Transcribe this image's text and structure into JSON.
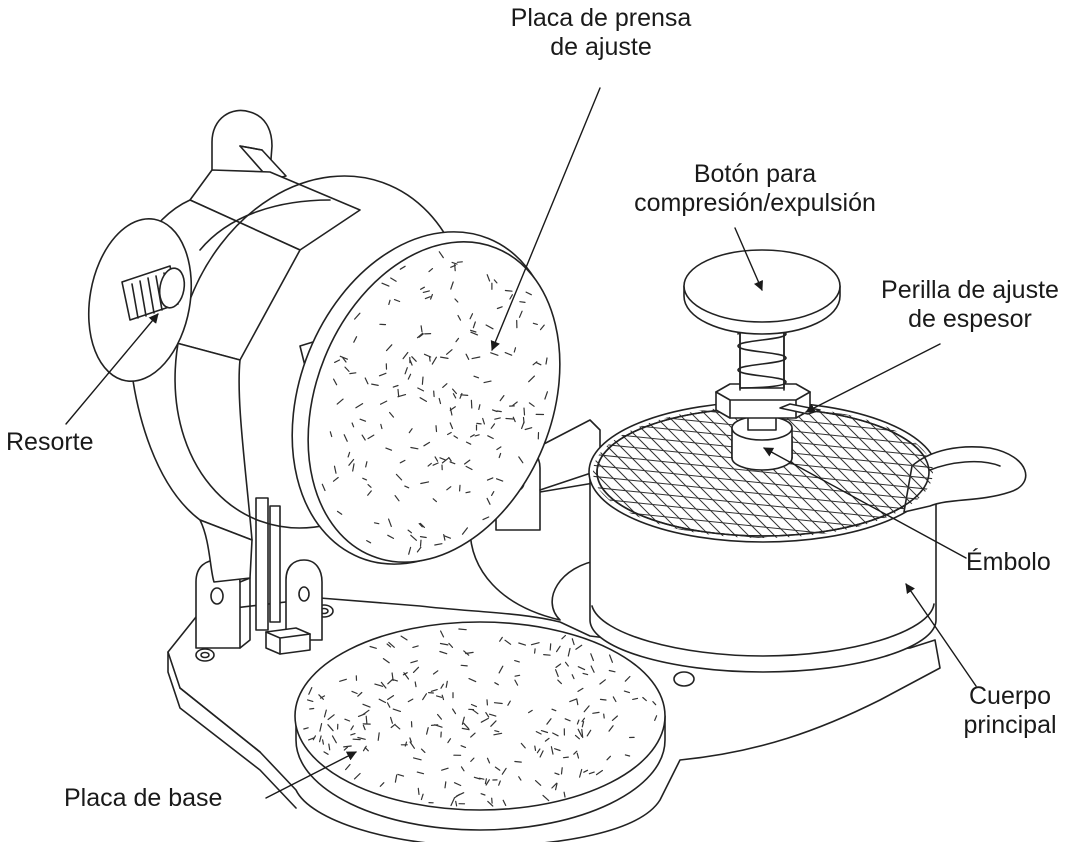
{
  "diagram": {
    "colors": {
      "line": "#222222",
      "fill": "#ffffff",
      "speckle": "#333333"
    },
    "labels": {
      "adjust_press_plate": [
        "Placa de prensa",
        "de ajuste"
      ],
      "press_button": [
        "Botón para",
        "compresión/expulsión"
      ],
      "thickness_knob": [
        "Perilla de ajuste",
        "de espesor"
      ],
      "spring": "Resorte",
      "plunger": "Émbolo",
      "main_body": [
        "Cuerpo",
        "principal"
      ],
      "base_plate": "Placa de base"
    }
  }
}
